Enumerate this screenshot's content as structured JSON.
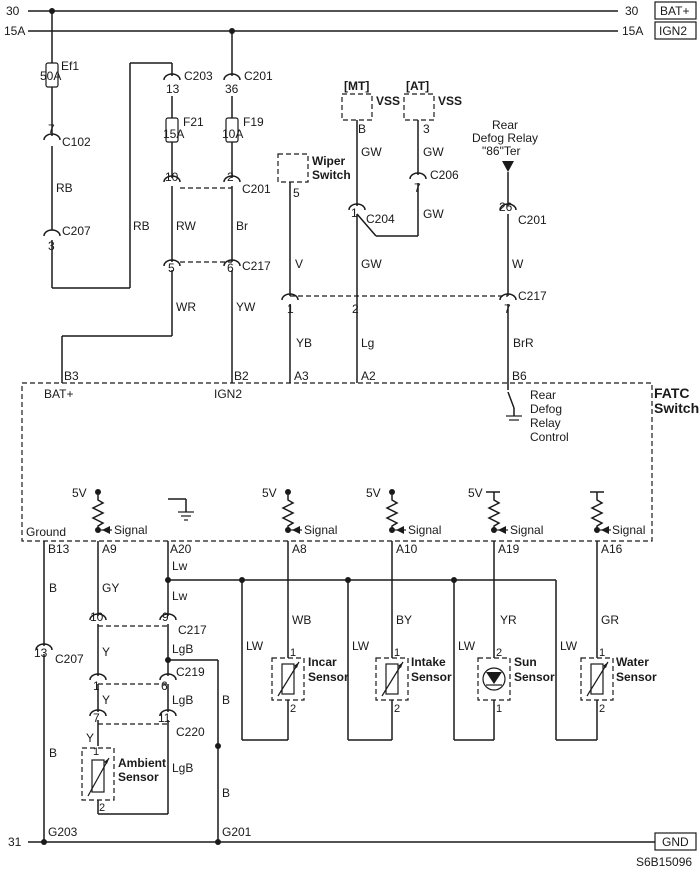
{
  "rails": {
    "bat_left_num": "30",
    "bat_right_num": "30",
    "bat_label": "BAT+",
    "ign_left_num": "15A",
    "ign_right_num": "15A",
    "ign_label": "IGN2",
    "gnd_left_num": "31",
    "gnd_label": "GND"
  },
  "fuses": {
    "ef1_name": "Ef1",
    "ef1_rating": "50A",
    "f21_name": "F21",
    "f21_rating": "15A",
    "f19_name": "F19",
    "f19_rating": "10A"
  },
  "connectors": {
    "c203": "C203",
    "c201": "C201",
    "c102": "C102",
    "c207": "C207",
    "c217": "C217",
    "c204": "C204",
    "c206": "C206",
    "c219": "C219",
    "c220": "C220",
    "g203": "G203",
    "g201": "G201"
  },
  "pins": {
    "p13": "13",
    "p36": "36",
    "p7": "7",
    "p3": "3",
    "p10": "10",
    "p2": "2",
    "p5": "5",
    "p6": "6",
    "p1": "1",
    "p26": "26",
    "p9": "9",
    "p11": "11",
    "pB": "B"
  },
  "wires": {
    "rb": "RB",
    "rw": "RW",
    "br": "Br",
    "wr": "WR",
    "yw": "YW",
    "v": "V",
    "gw": "GW",
    "w": "W",
    "yb": "YB",
    "lg": "Lg",
    "brr": "BrR",
    "b": "B",
    "gy": "GY",
    "lw_lower": "Lw",
    "y": "Y",
    "lgb": "LgB",
    "lw_upper": "LW",
    "wb": "WB",
    "by": "BY",
    "yr": "YR",
    "gr": "GR"
  },
  "components": {
    "mt": "[MT]",
    "at": "[AT]",
    "vss": "VSS",
    "wiper_line1": "Wiper",
    "wiper_line2": "Switch",
    "defog_line1": "Rear",
    "defog_line2": "Defog Relay",
    "defog_line3": "\"86\"Ter",
    "fatc_line1": "FATC",
    "fatc_line2": "Switch",
    "relay_ctrl_line1": "Rear",
    "relay_ctrl_line2": "Defog",
    "relay_ctrl_line3": "Relay",
    "relay_ctrl_line4": "Control",
    "incar_line1": "Incar",
    "incar_line2": "Sensor",
    "intake_line1": "Intake",
    "intake_line2": "Sensor",
    "sun_line1": "Sun",
    "sun_line2": "Sensor",
    "water_line1": "Water",
    "water_line2": "Sensor",
    "ambient_line1": "Ambient",
    "ambient_line2": "Sensor"
  },
  "fatc_pins": {
    "b3": "B3",
    "bat": "BAT+",
    "b2": "B2",
    "ign": "IGN2",
    "a3": "A3",
    "a2": "A2",
    "b6": "B6",
    "ground": "Ground",
    "b13": "B13",
    "a9": "A9",
    "a20": "A20",
    "a8": "A8",
    "a10": "A10",
    "a19": "A19",
    "a16": "A16",
    "five_v": "5V",
    "signal": "Signal"
  },
  "figure_id": "S6B15096"
}
